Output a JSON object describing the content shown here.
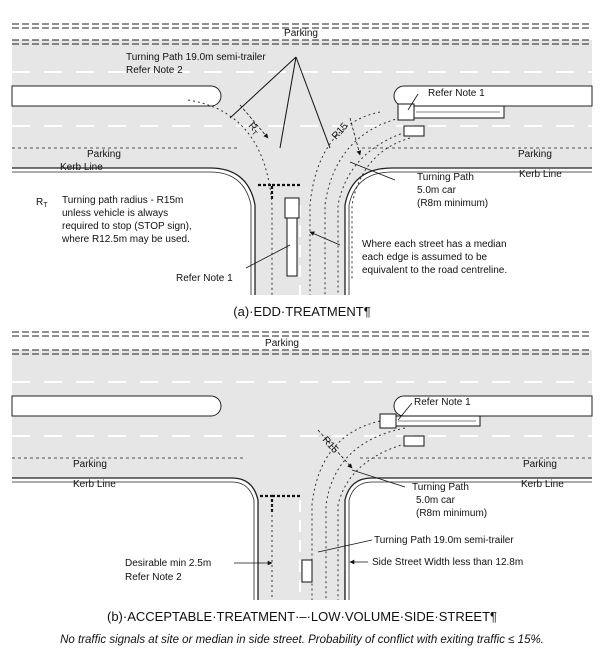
{
  "panel_a": {
    "parking_top": "Parking",
    "semi_trailer_label": "Turning Path 19.0m semi-trailer",
    "refer_note_2": "Refer Note 2",
    "refer_note_1_top": "Refer Note 1",
    "radius_rt": "R",
    "radius_rt_sub": "T",
    "radius_r15": "R15",
    "parking_left": "Parking",
    "kerb_left": "Kerb Line",
    "parking_right": "Parking",
    "kerb_right": "Kerb Line",
    "legend_symbol": "R",
    "legend_symbol_sub": "T",
    "legend_lines": [
      "Turning path radius - R15m",
      "unless vehicle is always",
      "required to stop (STOP sign),",
      "where R12.5m may be used."
    ],
    "car_lines": [
      "Turning Path",
      "5.0m car",
      "(R8m minimum)"
    ],
    "median_lines": [
      "Where each street has a median",
      "each edge is assumed to be",
      "equivalent to the road centreline."
    ],
    "refer_note_1_bottom": "Refer Note 1",
    "caption": "(a)·EDD·TREATMENT¶"
  },
  "panel_b": {
    "parking_top": "Parking",
    "refer_note_1": "Refer Note 1",
    "radius_r15": "R15",
    "parking_left": "Parking",
    "kerb_left": "Kerb Line",
    "parking_right": "Parking",
    "kerb_right": "Kerb Line",
    "car_lines": [
      "Turning Path",
      "5.0m car",
      "(R8m minimum)"
    ],
    "semi_trailer_label": "Turning Path 19.0m semi-trailer",
    "desirable_label": "Desirable  min 2.5m",
    "refer_note_2": "Refer Note 2",
    "side_street_label": "Side Street Width less than 12.8m",
    "caption": "(b)·ACCEPTABLE·TREATMENT·–·LOW·VOLUME·SIDE·STREET¶"
  },
  "footnote": "No traffic signals at site or median in side street. Probability of conflict with exiting traffic  ≤ 15%."
}
